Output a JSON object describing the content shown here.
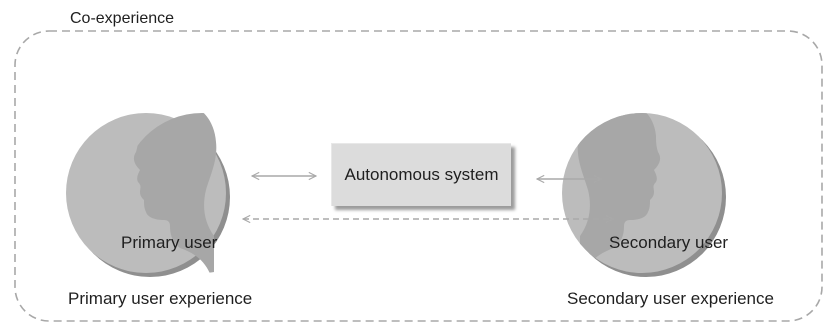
{
  "diagram": {
    "title": "Co-experience",
    "central_system_label": "Autonomous system",
    "primary_user_label": "Primary user",
    "secondary_user_label": "Secondary user",
    "primary_experience_label": "Primary user experience",
    "secondary_experience_label": "Secondary user experience"
  },
  "colors": {
    "circle_fill": "#bcbcbc",
    "circle_shadow": "#8f8f8f",
    "silhouette": "#a7a7a7",
    "box_fill": "#dcdcdc",
    "arrow": "#a9a9a9",
    "dashed_border": "#a8a8a8"
  },
  "icons": {
    "primary_user": "head-silhouette-icon",
    "secondary_user": "head-silhouette-icon"
  }
}
